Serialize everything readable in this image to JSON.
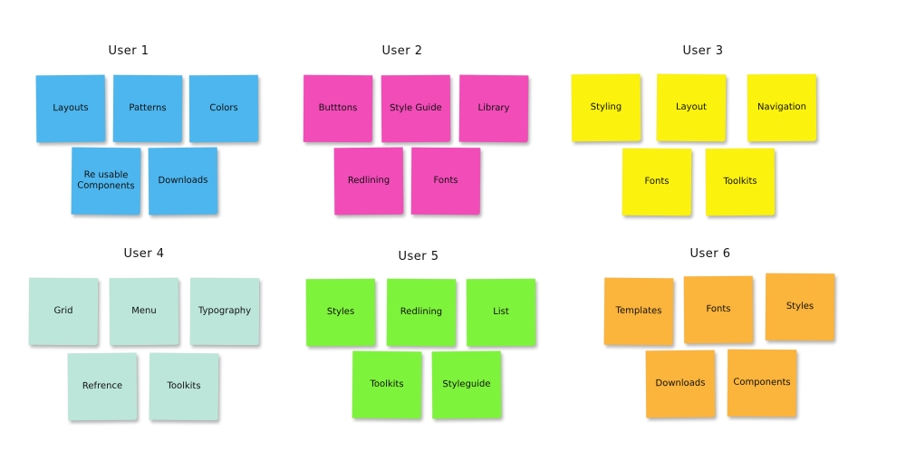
{
  "colors": {
    "user1": "#4db6ee",
    "user2": "#f24cb8",
    "user3": "#fbf20e",
    "user4": "#bce6da",
    "user5": "#7ef33c",
    "user6": "#fbb43c"
  },
  "users": [
    {
      "title": "User 1",
      "notes": [
        "Layouts",
        "Patterns",
        "Colors",
        "Re usable\nComponents",
        "Downloads"
      ]
    },
    {
      "title": "User 2",
      "notes": [
        "Butttons",
        "Style Guide",
        "Library",
        "Redlining",
        "Fonts"
      ]
    },
    {
      "title": "User 3",
      "notes": [
        "Styling",
        "Layout",
        "Navigation",
        "Fonts",
        "Toolkits"
      ]
    },
    {
      "title": "User 4",
      "notes": [
        "Grid",
        "Menu",
        "Typography",
        "Refrence",
        "Toolkits"
      ]
    },
    {
      "title": "User 5",
      "notes": [
        "Styles",
        "Redlining",
        "List",
        "Toolkits",
        "Styleguide"
      ]
    },
    {
      "title": "User 6",
      "notes": [
        "Templates",
        "Fonts",
        "Styles",
        "Downloads",
        "Components"
      ]
    }
  ]
}
